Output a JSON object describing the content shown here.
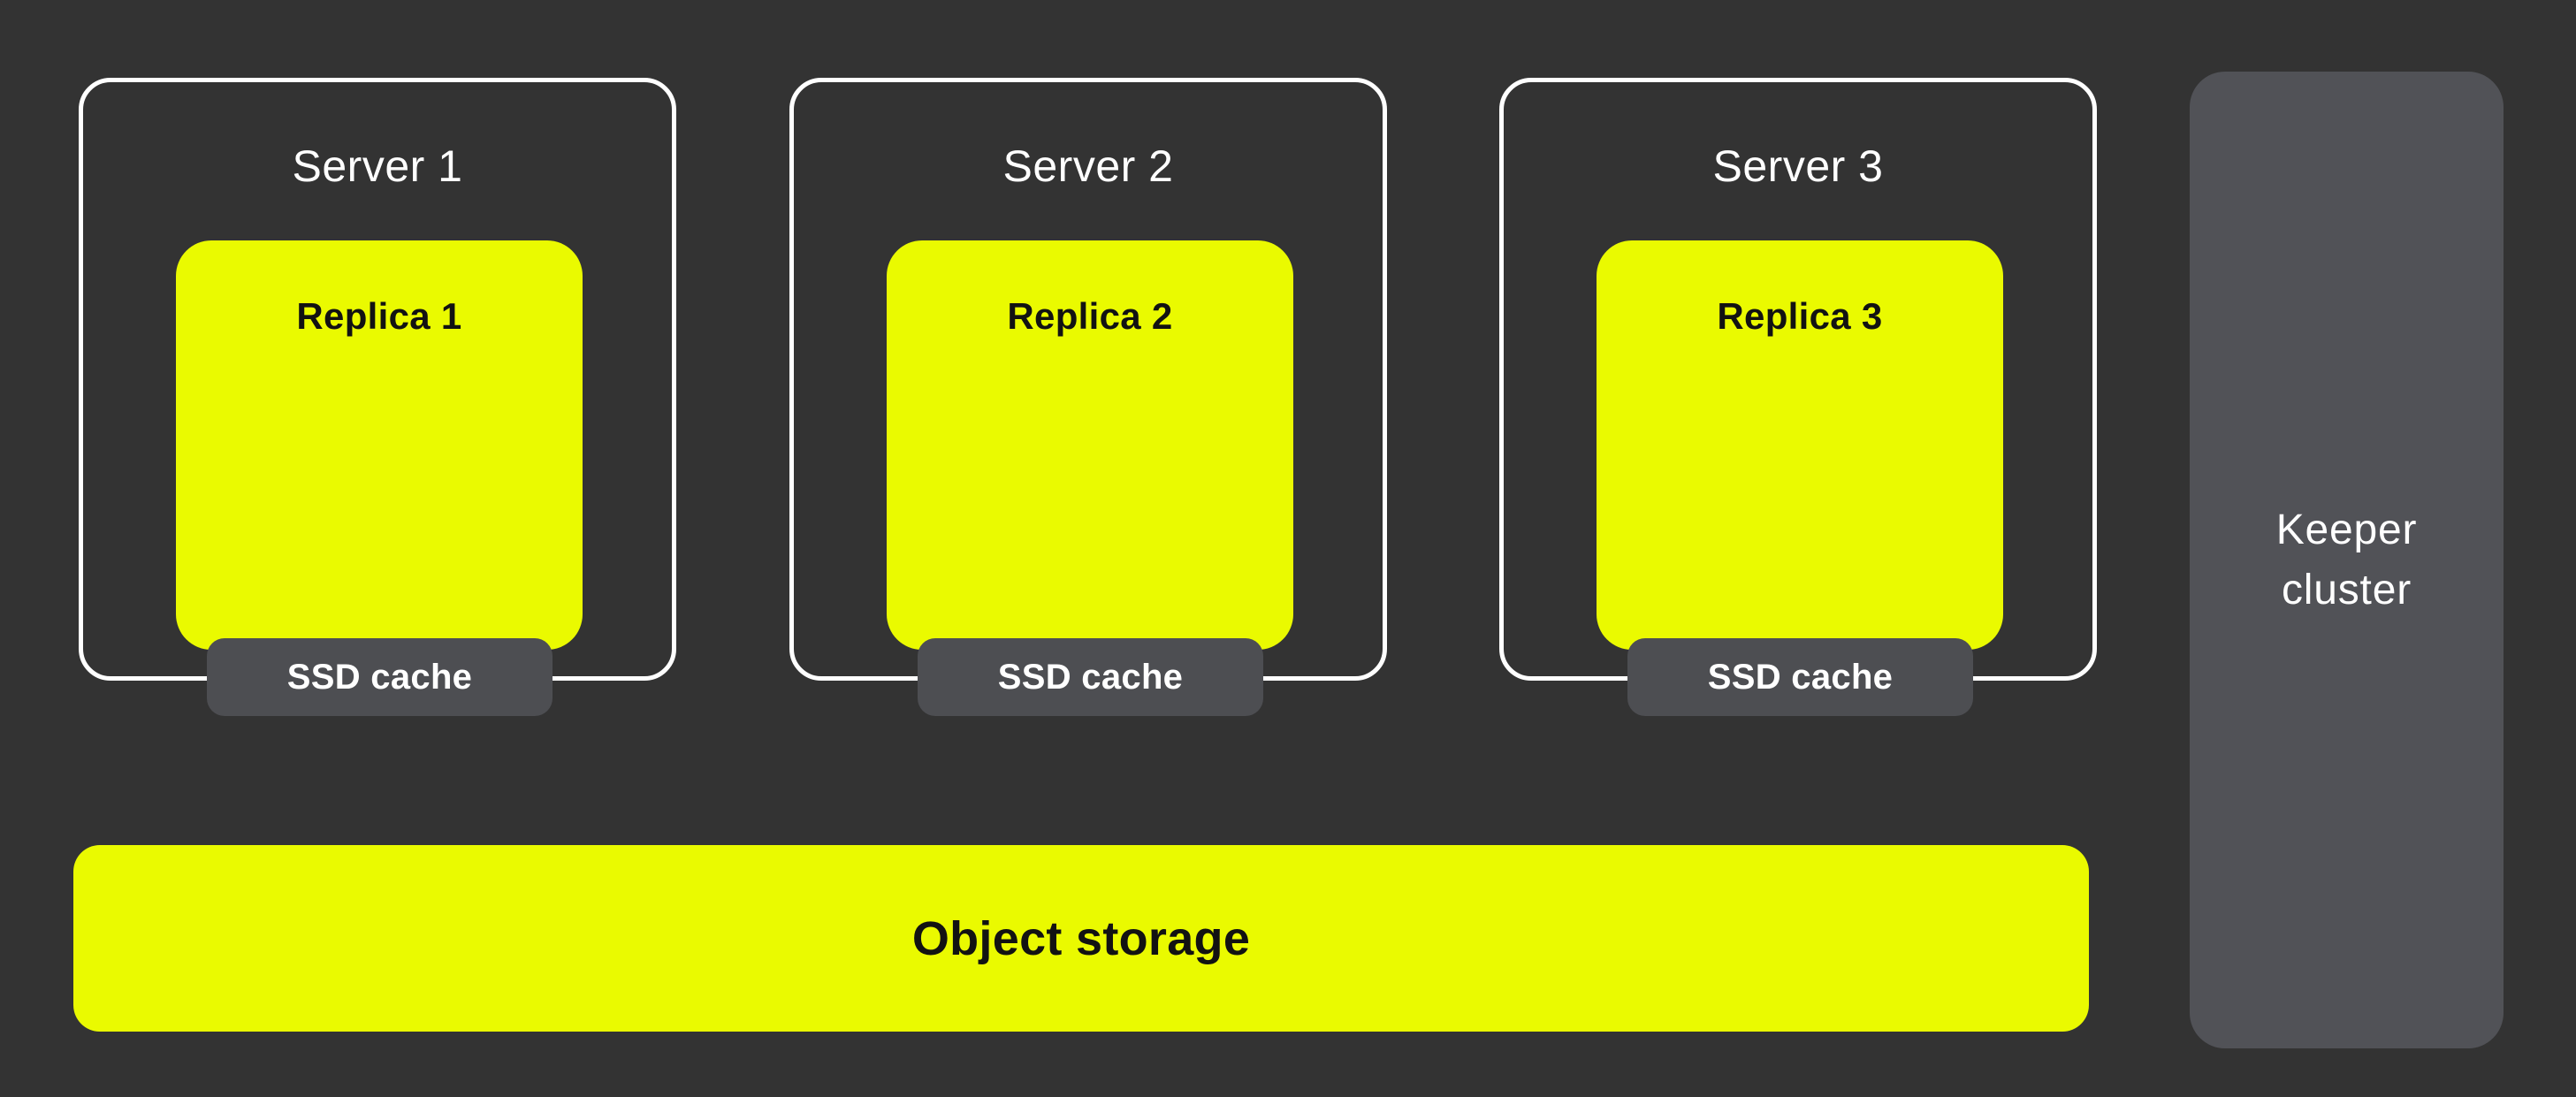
{
  "colors": {
    "background": "#333333",
    "accent_yellow": "#EAFA00",
    "pill_gray": "#4D4E52",
    "panel_gray": "#515257",
    "border_white": "#FFFFFF",
    "text_dark": "#121212",
    "text_light": "#FFFFFF"
  },
  "servers": [
    {
      "label": "Server 1",
      "replica": {
        "label": "Replica 1"
      },
      "cache": {
        "label": "SSD cache"
      }
    },
    {
      "label": "Server 2",
      "replica": {
        "label": "Replica 2"
      },
      "cache": {
        "label": "SSD cache"
      }
    },
    {
      "label": "Server 3",
      "replica": {
        "label": "Replica 3"
      },
      "cache": {
        "label": "SSD cache"
      }
    }
  ],
  "object_storage": {
    "label": "Object storage"
  },
  "keeper": {
    "line1": "Keeper",
    "line2": "cluster"
  }
}
